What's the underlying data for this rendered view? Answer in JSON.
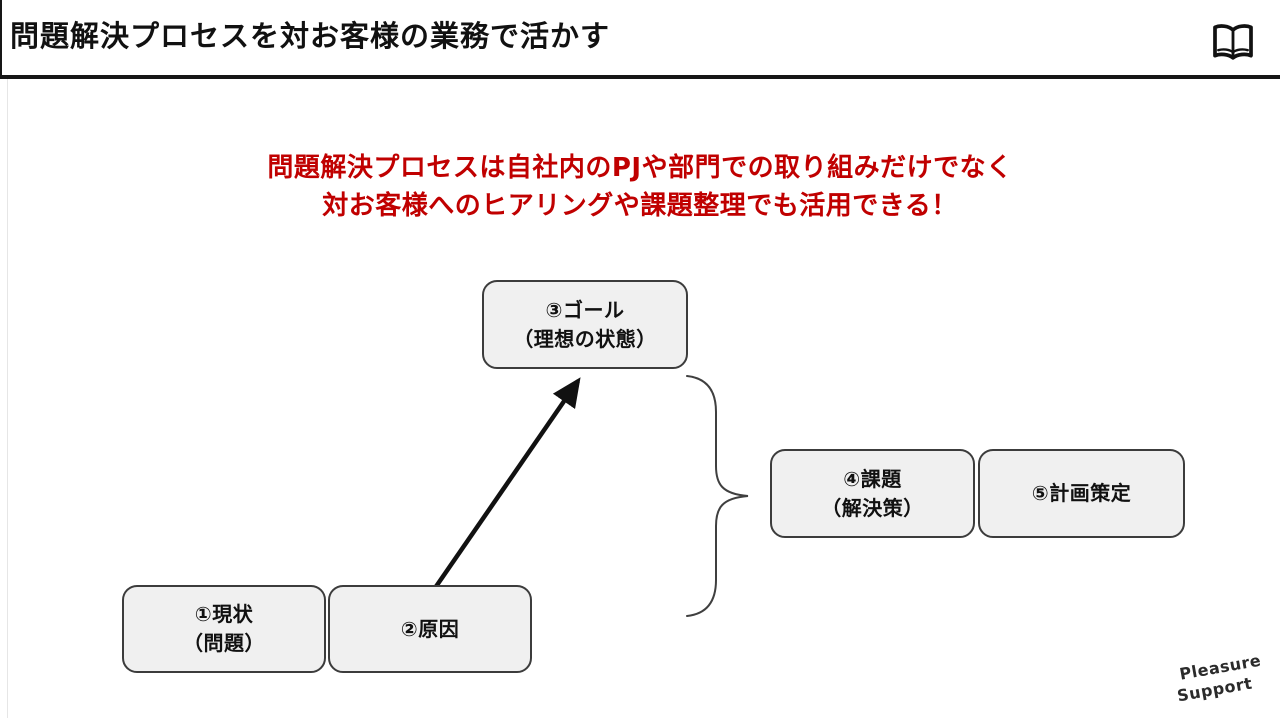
{
  "header": {
    "title": "問題解決プロセスを対お客様の業務で活かす",
    "icon": "open-book"
  },
  "callout": {
    "line1": "問題解決プロセスは自社内のPJや部門での取り組みだけでなく",
    "line2": "対お客様へのヒアリングや課題整理でも活用できる！"
  },
  "diagram": {
    "boxes": [
      {
        "id": "current",
        "label": "①現状",
        "sub": "（問題）"
      },
      {
        "id": "cause",
        "label": "②原因"
      },
      {
        "id": "goal",
        "label": "③ゴール",
        "sub": "（理想の状態）"
      },
      {
        "id": "issue",
        "label": "④課題",
        "sub": "（解決策）"
      },
      {
        "id": "plan",
        "label": "⑤計画策定"
      }
    ],
    "connectors": [
      {
        "type": "arrow",
        "from": "cause",
        "to": "goal"
      },
      {
        "type": "brace",
        "spans": [
          "goal",
          "cause"
        ],
        "points_to": "issue"
      }
    ]
  },
  "logo": {
    "line1": "Pleasure",
    "line2": "Support"
  },
  "colors": {
    "accent_red": "#C00000",
    "box_fill": "#F0F0F0",
    "box_border": "#3C3C3C",
    "text": "#111111"
  }
}
